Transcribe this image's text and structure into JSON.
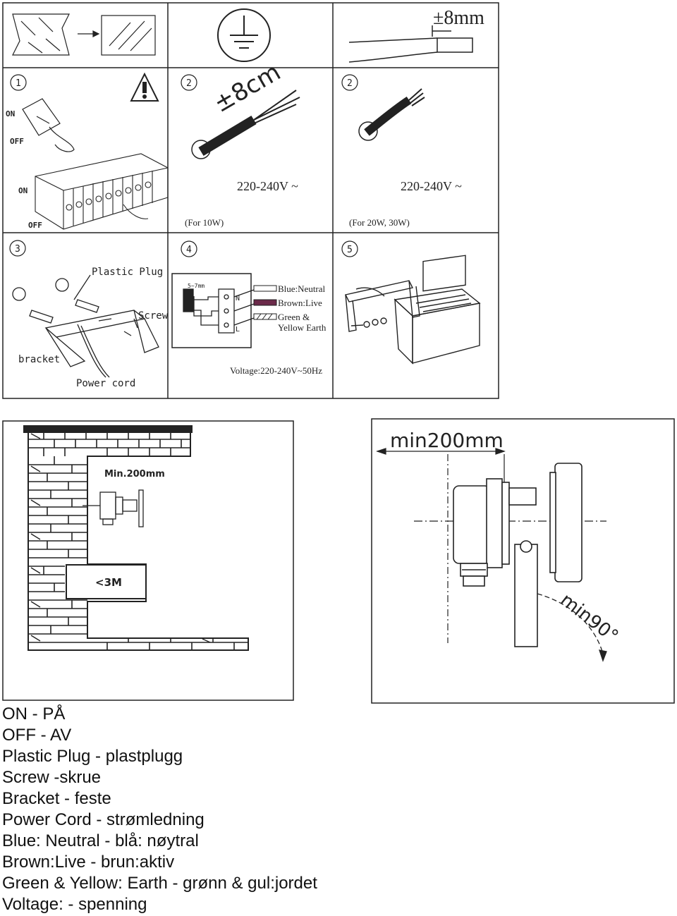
{
  "panels": {
    "top_tolerance": "±8mm",
    "step1_number": "1",
    "step1_on": "ON",
    "step1_off": "OFF",
    "step1_on2": "ON",
    "step1_off2": "OFF",
    "step2a_number": "2",
    "step2a_length": "±8cm",
    "step2a_voltage": "220-240V ~",
    "step2a_note": "(For 10W)",
    "step2b_number": "2",
    "step2b_voltage": "220-240V ~",
    "step2b_note": "(For 20W, 30W)",
    "step3_number": "3",
    "step3_plastic_plug": "Plastic Plug",
    "step3_screw": "Screw",
    "step3_bracket": "bracket",
    "step3_power_cord": "Power cord",
    "step4_number": "4",
    "step4_strip": "5~7mm",
    "step4_n": "N",
    "step4_l": "L",
    "step4_blue": "Blue:Neutral",
    "step4_brown": "Brown:Live",
    "step4_green1": "Green &",
    "step4_green2": "Yellow Earth",
    "step4_voltage": "Voltage:220-240V~50Hz",
    "step5_number": "5"
  },
  "install": {
    "min_distance": "Min.200mm",
    "height": "<3M"
  },
  "angle": {
    "min_distance": "min200mm",
    "min_angle": "min90°"
  },
  "legend": {
    "l1": "ON - PÅ",
    "l2": "OFF - AV",
    "l3": "Plastic Plug - plastplugg",
    "l4": "Screw -skrue",
    "l5": "Bracket - feste",
    "l6": "Power Cord - strømledning",
    "l7": "Blue: Neutral - blå: nøytral",
    "l8": "Brown:Live - brun:aktiv",
    "l9": "Green & Yellow: Earth - grønn & gul:jordet",
    "l10": "Voltage: - spenning"
  },
  "colors": {
    "brown_wire": "#6b2a4a",
    "line": "#222222"
  }
}
